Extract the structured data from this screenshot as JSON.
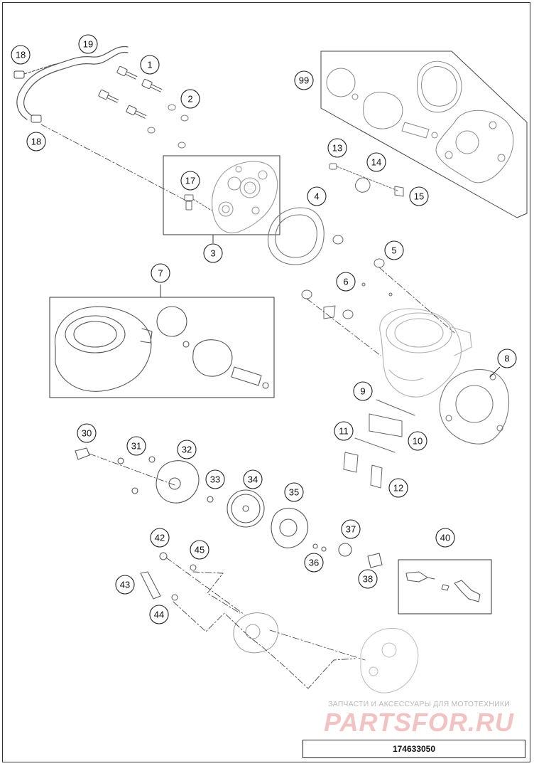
{
  "diagram": {
    "drawing_number": "174633050",
    "watermark": {
      "tagline": "ЗАПЧАСТИ И АКСЕССУАРЫ ДЛЯ МОТОТЕХНИКИ",
      "brand": "PARTSFOR.RU"
    },
    "callouts": [
      "1",
      "2",
      "3",
      "4",
      "5",
      "6",
      "7",
      "8",
      "9",
      "10",
      "11",
      "12",
      "13",
      "14",
      "15",
      "17",
      "18",
      "18",
      "19",
      "30",
      "31",
      "32",
      "33",
      "34",
      "35",
      "36",
      "37",
      "38",
      "40",
      "42",
      "43",
      "44",
      "45",
      "99"
    ]
  },
  "colors": {
    "line": "#222222",
    "part_line": "#b8b8b8",
    "watermark_brand": "#f2c3c3"
  }
}
